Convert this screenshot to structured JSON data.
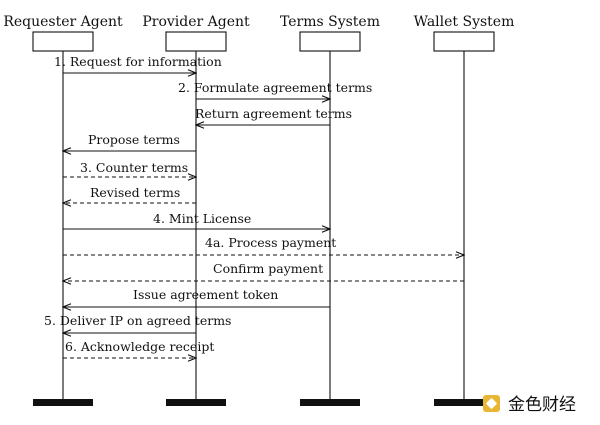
{
  "actors": [
    {
      "id": "requester",
      "name": "Requester Agent"
    },
    {
      "id": "provider",
      "name": "Provider Agent"
    },
    {
      "id": "terms",
      "name": "Terms System"
    },
    {
      "id": "wallet",
      "name": "Wallet System"
    }
  ],
  "messages": [
    {
      "label": "1. Request for information",
      "from": "requester",
      "to": "provider",
      "style": "solid"
    },
    {
      "label": "2. Formulate agreement terms",
      "from": "provider",
      "to": "terms",
      "style": "solid"
    },
    {
      "label": "Return agreement terms",
      "from": "terms",
      "to": "provider",
      "style": "solid"
    },
    {
      "label": "Propose terms",
      "from": "provider",
      "to": "requester",
      "style": "solid"
    },
    {
      "label": "3. Counter terms",
      "from": "requester",
      "to": "provider",
      "style": "dashed"
    },
    {
      "label": "Revised terms",
      "from": "provider",
      "to": "requester",
      "style": "dashed"
    },
    {
      "label": "4. Mint License",
      "from": "requester",
      "to": "terms",
      "style": "solid"
    },
    {
      "label": "4a. Process payment",
      "from": "requester",
      "to": "wallet",
      "style": "dashed"
    },
    {
      "label": "Confirm payment",
      "from": "wallet",
      "to": "requester",
      "style": "dashed"
    },
    {
      "label": "Issue agreement token",
      "from": "terms",
      "to": "requester",
      "style": "solid"
    },
    {
      "label": "5. Deliver IP on agreed terms",
      "from": "provider",
      "to": "requester",
      "style": "solid"
    },
    {
      "label": "6. Acknowledge receipt",
      "from": "requester",
      "to": "provider",
      "style": "dashed"
    }
  ],
  "watermark": {
    "text": "金色财经"
  },
  "colors": {
    "line": "#111111",
    "watermark_icon": "#e8b535",
    "watermark_text": "#b9b9b9"
  }
}
